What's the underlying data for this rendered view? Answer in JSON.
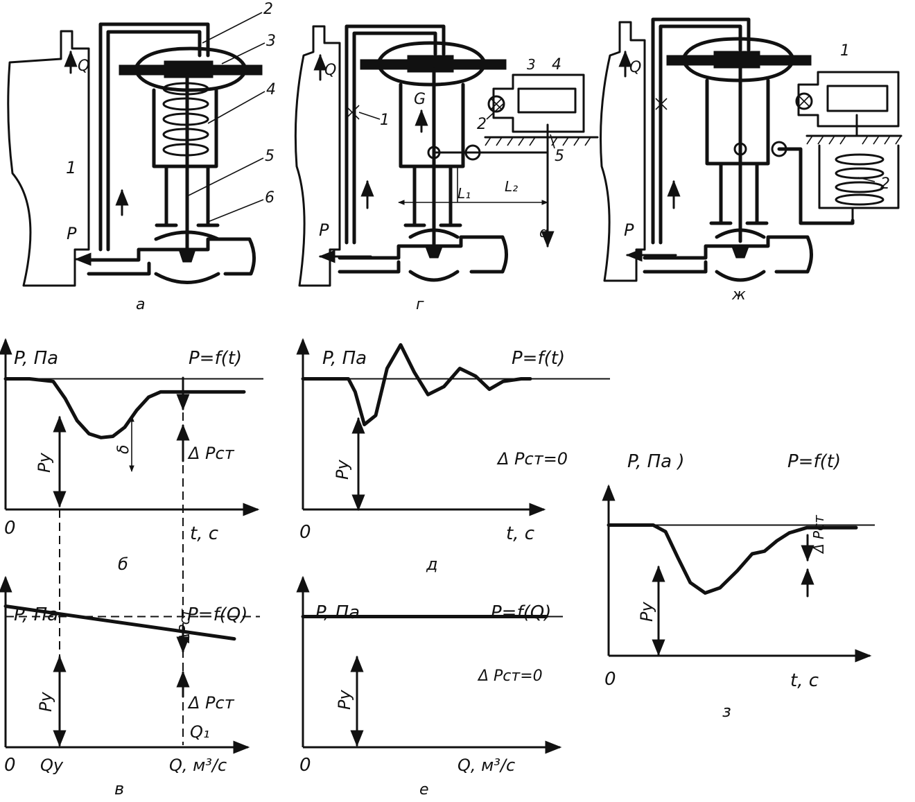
{
  "diagrams": {
    "a": {
      "caption": "а",
      "flow_label": "Q",
      "pressure_label": "P",
      "callouts": [
        "1",
        "2",
        "3",
        "4",
        "5",
        "6"
      ]
    },
    "g": {
      "caption": "г",
      "flow_label": "Q",
      "pressure_label": "P",
      "force_label": "G",
      "small_flow_label": "q",
      "dimension_l1": "L₁",
      "dimension_l2": "L₂",
      "callouts": [
        "1",
        "2",
        "3",
        "4",
        "5"
      ]
    },
    "zh": {
      "caption": "ж",
      "flow_label": "Q",
      "pressure_label": "P",
      "callouts": [
        "1",
        "2"
      ]
    }
  },
  "chart_data": [
    {
      "id": "b",
      "type": "line",
      "caption": "б",
      "title": "P=f(t)",
      "xlabel": "t, c",
      "ylabel": "P, Па",
      "origin_label": "0",
      "annotations": [
        "Pу",
        "δ",
        "Δ Pст"
      ],
      "grid": false,
      "reference": 1.0,
      "xlim": [
        0,
        10
      ],
      "ylim": [
        0,
        1.3
      ],
      "x": [
        0,
        1.0,
        2.0,
        2.5,
        3.0,
        3.5,
        4.0,
        4.5,
        5.0,
        5.5,
        6.0,
        6.5,
        7.0,
        8.0,
        10.0
      ],
      "y": [
        1.0,
        1.0,
        0.98,
        0.85,
        0.68,
        0.58,
        0.55,
        0.56,
        0.63,
        0.76,
        0.86,
        0.9,
        0.9,
        0.9,
        0.9
      ]
    },
    {
      "id": "d",
      "type": "line",
      "caption": "д",
      "title": "P=f(t)",
      "xlabel": "t, c",
      "ylabel": "P, Па",
      "origin_label": "0",
      "annotations": [
        "Pу",
        "Δ Pст=0"
      ],
      "grid": false,
      "reference": 1.0,
      "xlim": [
        0,
        10
      ],
      "ylim": [
        0,
        1.3
      ],
      "x": [
        0,
        2.0,
        2.3,
        2.7,
        3.2,
        3.7,
        4.3,
        4.9,
        5.5,
        6.2,
        6.9,
        7.6,
        8.2,
        8.8,
        9.6,
        10.0
      ],
      "y": [
        1.0,
        1.0,
        0.9,
        0.65,
        0.72,
        1.08,
        1.26,
        1.05,
        0.88,
        0.94,
        1.08,
        1.02,
        0.92,
        0.98,
        1.0,
        1.0
      ]
    },
    {
      "id": "v",
      "type": "line",
      "caption": "в",
      "title": "P=f(Q)",
      "xlabel": "Q, м³/c",
      "ylabel": "P, Па",
      "origin_label": "0",
      "annotations": [
        "Pу",
        "ΔPст",
        "Δ Pст",
        "Q₁"
      ],
      "tick_labels": [
        "Qу"
      ],
      "grid": false,
      "reference": 1.0,
      "xlim": [
        0,
        10
      ],
      "ylim": [
        0,
        1.3
      ],
      "x": [
        0,
        10
      ],
      "y": [
        1.08,
        0.83
      ]
    },
    {
      "id": "r",
      "type": "line",
      "caption": "е",
      "title": "P=f(Q)",
      "xlabel": "Q, м³/c",
      "ylabel": "P, Па",
      "origin_label": "0",
      "annotations": [
        "Pу",
        "Δ Pст=0"
      ],
      "grid": false,
      "reference": 1.0,
      "xlim": [
        0,
        10
      ],
      "ylim": [
        0,
        1.3
      ],
      "x": [
        0,
        10
      ],
      "y": [
        1.0,
        1.0
      ]
    },
    {
      "id": "z",
      "type": "line",
      "caption": "з",
      "title": "P=f(t)",
      "xlabel": "t, c",
      "ylabel": "P, Па )",
      "origin_label": "0",
      "annotations": [
        "Pу",
        "Δ Pст"
      ],
      "grid": false,
      "reference": 1.0,
      "xlim": [
        0,
        10
      ],
      "ylim": [
        0,
        1.3
      ],
      "x": [
        0,
        1.8,
        2.3,
        2.8,
        3.3,
        3.9,
        4.5,
        5.2,
        5.8,
        6.3,
        6.8,
        7.3,
        8.0,
        10.0
      ],
      "y": [
        1.0,
        1.0,
        0.95,
        0.75,
        0.56,
        0.48,
        0.52,
        0.65,
        0.78,
        0.8,
        0.88,
        0.94,
        0.98,
        0.98
      ]
    }
  ]
}
